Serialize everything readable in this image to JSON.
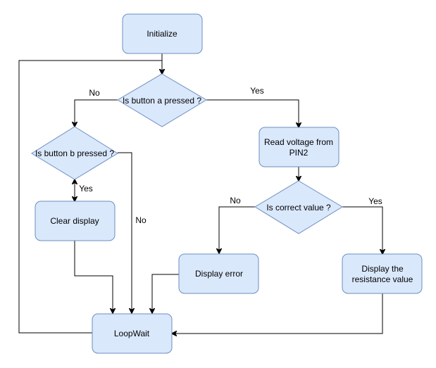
{
  "nodes": {
    "initialize": "Initialize",
    "is_button_a_pressed": "Is button a pressed ?",
    "is_button_b_pressed": "Is button b pressed ?",
    "read_voltage": [
      "Read voltage from",
      "PIN2"
    ],
    "is_correct_value": "Is correct value ?",
    "clear_display": "Clear display",
    "display_error": "Display error",
    "display_resistance": [
      "Display the",
      "resistance value"
    ],
    "loop_wait": "LoopWait"
  },
  "edge_labels": {
    "a_no": "No",
    "a_yes": "Yes",
    "b_yes": "Yes",
    "b_no": "No",
    "correct_no": "No",
    "correct_yes": "Yes"
  },
  "colors": {
    "node_fill": "#dae8fc",
    "node_stroke": "#6c8ebf",
    "edge": "#000000"
  }
}
